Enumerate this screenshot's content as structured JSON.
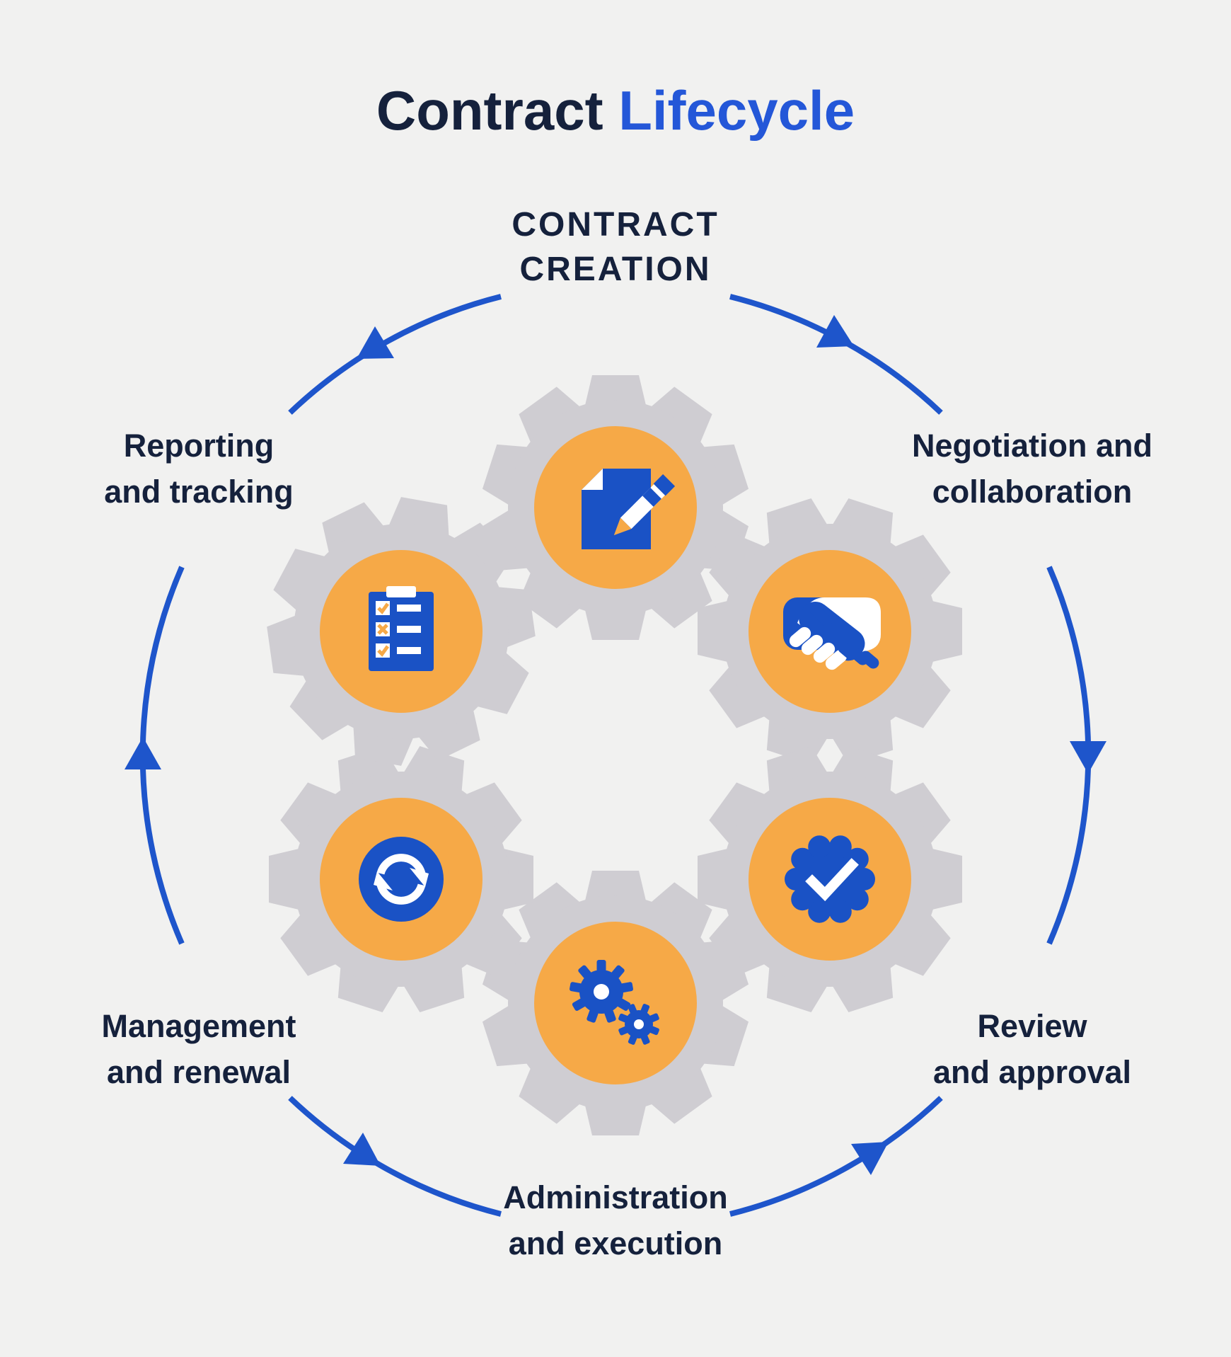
{
  "title": {
    "part_dark": "Contract",
    "part_accent": " Lifecycle"
  },
  "steps": [
    {
      "name": "contract-creation",
      "icon": "document-pen-icon",
      "lines": [
        "CONTRACT",
        "CREATION"
      ]
    },
    {
      "name": "negotiation-collaboration",
      "icon": "handshake-icon",
      "lines": [
        "Negotiation and",
        "collaboration"
      ]
    },
    {
      "name": "review-approval",
      "icon": "approval-badge-icon",
      "lines": [
        "Review",
        "and approval"
      ]
    },
    {
      "name": "administration-execution",
      "icon": "double-cogs-icon",
      "lines": [
        "Administration",
        "and execution"
      ]
    },
    {
      "name": "management-renewal",
      "icon": "sync-arrows-icon",
      "lines": [
        "Management",
        "and renewal"
      ]
    },
    {
      "name": "reporting-tracking",
      "icon": "checklist-clipboard-icon",
      "lines": [
        "Reporting",
        "and tracking"
      ]
    }
  ],
  "colors": {
    "background": "#f1f1f0",
    "gear": "#cfcdd2",
    "circle": "#f6a947",
    "icon_blue": "#1a52c5",
    "arrow": "#1e55cb",
    "heading": "#15213c",
    "title_accent": "#2457d8"
  }
}
